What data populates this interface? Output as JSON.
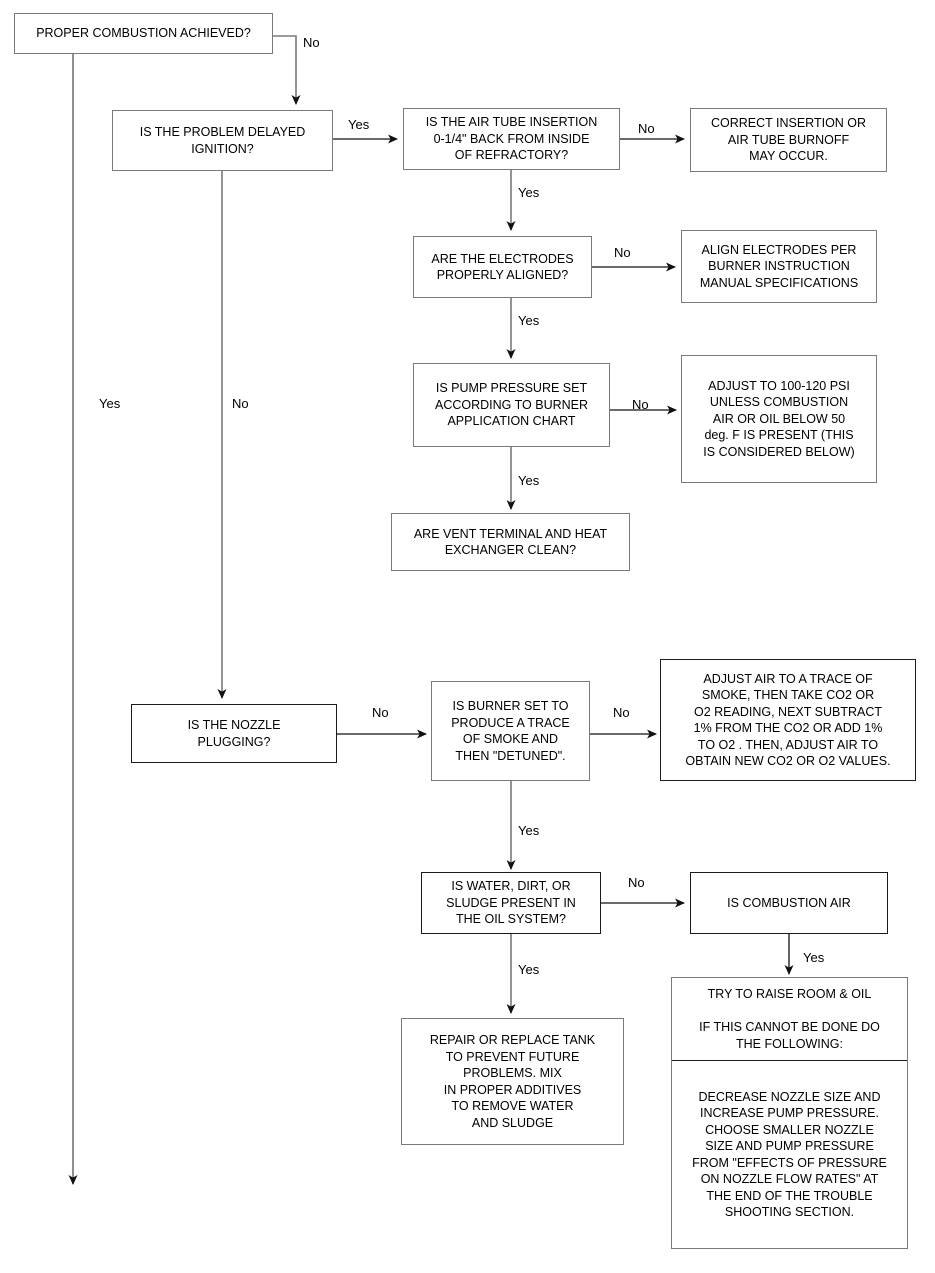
{
  "diagram": {
    "title": "Proper Combustion Troubleshooting Flowchart",
    "line_color": "#7a7a7a",
    "text_color": "#000000",
    "background": "#ffffff"
  },
  "nodes": {
    "proper_combustion": "PROPER COMBUSTION ACHIEVED?",
    "delayed_ignition": "IS THE PROBLEM DELAYED\nIGNITION?",
    "air_tube_insertion": "IS THE AIR TUBE INSERTION\n0-1/4\" BACK FROM INSIDE\nOF REFRACTORY?",
    "correct_insertion": "CORRECT INSERTION OR\nAIR TUBE BURNOFF\nMAY OCCUR.",
    "electrodes_aligned": "ARE THE ELECTRODES\nPROPERLY ALIGNED?",
    "align_electrodes": "ALIGN ELECTRODES PER\nBURNER INSTRUCTION\nMANUAL SPECIFICATIONS",
    "pump_pressure": "IS PUMP PRESSURE SET\nACCORDING TO BURNER\nAPPLICATION CHART",
    "adjust_psi": "ADJUST TO 100-120 PSI\nUNLESS COMBUSTION\nAIR OR OIL BELOW 50\ndeg. F IS PRESENT (THIS\nIS CONSIDERED BELOW)",
    "vent_terminal": "ARE VENT TERMINAL AND HEAT\nEXCHANGER  CLEAN?",
    "nozzle_plugging": "IS THE NOZZLE\nPLUGGING?",
    "burner_trace_smoke": "IS BURNER SET TO\nPRODUCE A TRACE\nOF SMOKE AND\nTHEN  \"DETUNED\".",
    "adjust_air_trace": "ADJUST AIR TO A TRACE OF\nSMOKE, THEN TAKE CO2 OR\nO2 READING, NEXT SUBTRACT\n1% FROM THE CO2 OR ADD 1%\nTO O2 . THEN, ADJUST AIR TO\nOBTAIN NEW CO2 OR O2 VALUES.",
    "water_dirt_sludge": "IS WATER, DIRT, OR\nSLUDGE  PRESENT IN\nTHE OIL SYSTEM?",
    "combustion_air": "IS COMBUSTION AIR",
    "repair_tank": "REPAIR OR REPLACE TANK\nTO PREVENT FUTURE\nPROBLEMS. MIX\nIN PROPER ADDITIVES\nTO REMOVE WATER\nAND SLUDGE",
    "raise_room_oil": "TRY TO RAISE ROOM & OIL\n\nIF THIS CANNOT BE DONE DO\nTHE FOLLOWING:",
    "decrease_nozzle": "DECREASE NOZZLE SIZE AND\nINCREASE PUMP PRESSURE.\nCHOOSE SMALLER NOZZLE\nSIZE AND PUMP PRESSURE\nFROM \"EFFECTS OF PRESSURE\nON NOZZLE FLOW RATES\" AT\nTHE END OF THE TROUBLE\nSHOOTING SECTION."
  },
  "edge_labels": {
    "combustion_no": "No",
    "delayed_yes": "Yes",
    "airtube_no": "No",
    "airtube_yes": "Yes",
    "electrodes_no": "No",
    "electrodes_yes": "Yes",
    "pump_no": "No",
    "pump_yes": "Yes",
    "left_yes": "Yes",
    "left_no": "No",
    "nozzle_no": "No",
    "burner_no": "No",
    "burner_yes": "Yes",
    "water_no": "No",
    "water_yes": "Yes",
    "combustion_air_yes": "Yes"
  }
}
